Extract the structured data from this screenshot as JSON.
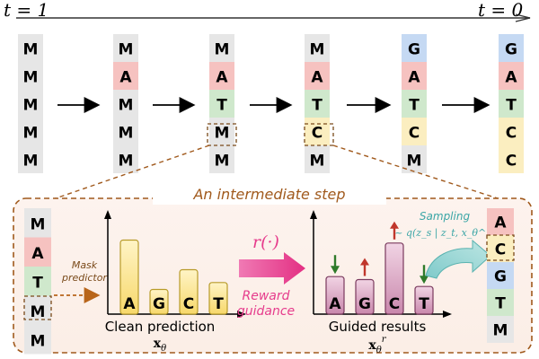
{
  "timeline": {
    "start_label": "t = 1",
    "end_label": "t = 0"
  },
  "columns": [
    {
      "tokens": [
        "M",
        "M",
        "M",
        "M",
        "M"
      ]
    },
    {
      "tokens": [
        "M",
        "A",
        "M",
        "M",
        "M"
      ]
    },
    {
      "tokens": [
        "M",
        "A",
        "T",
        "M",
        "M"
      ]
    },
    {
      "tokens": [
        "M",
        "A",
        "T",
        "C",
        "M"
      ]
    },
    {
      "tokens": [
        "G",
        "A",
        "T",
        "C",
        "M"
      ]
    },
    {
      "tokens": [
        "G",
        "A",
        "T",
        "C",
        "C"
      ]
    }
  ],
  "inset": {
    "title": "An intermediate step",
    "left_column": [
      "M",
      "A",
      "T",
      "M",
      "M"
    ],
    "mask_predictor_label": [
      "Mask",
      "predictor"
    ],
    "clean_prediction": {
      "letters": [
        "A",
        "G",
        "C",
        "T"
      ],
      "values": [
        0.75,
        0.25,
        0.45,
        0.32
      ],
      "label": "Clean prediction",
      "math": "x_θ"
    },
    "reward": {
      "symbol": "r(·)",
      "label": [
        "Reward",
        "guidance"
      ]
    },
    "guided_results": {
      "letters": [
        "A",
        "G",
        "C",
        "T"
      ],
      "values": [
        0.38,
        0.35,
        0.72,
        0.28
      ],
      "directions": [
        "down",
        "up",
        "up",
        "down"
      ],
      "label": "Guided results",
      "math": "x_θ^r"
    },
    "sampling": {
      "label": "Sampling",
      "formula": "~ q(z_s | z_t, x_θ^r)"
    },
    "right_column": [
      "A",
      "C",
      "G",
      "T",
      "M"
    ]
  },
  "colors": {
    "M": "#e6e6e6",
    "A": "#f6c2c0",
    "T": "#cfe8cc",
    "C": "#fbeec0",
    "G": "#c5d9f3",
    "accent_orange": "#b8651a",
    "reward_pink": "#e63c8c",
    "teal": "#3ba6a6",
    "clean_bar_fill": "#fbe7a0",
    "clean_bar_stroke": "#b89b2a",
    "guided_bar_fill": "#d9a7c4",
    "guided_bar_stroke": "#7a3a5e",
    "arrow_up": "#c0362b",
    "arrow_down": "#2f7a2a"
  }
}
